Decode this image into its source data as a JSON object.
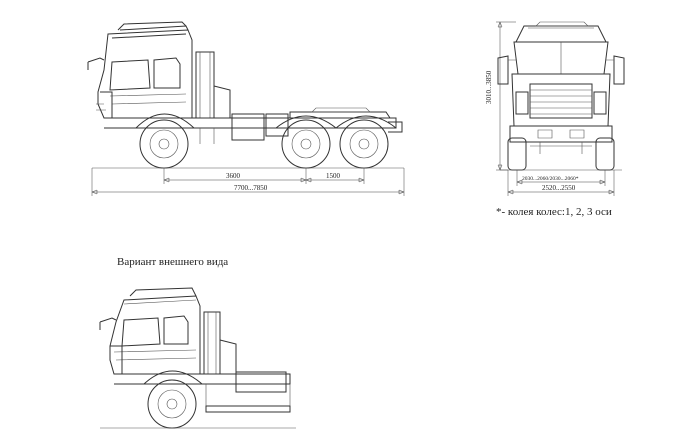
{
  "drawings": {
    "side_view": {
      "dim_wheelbase_front": "3600",
      "dim_wheelbase_rear": "1500",
      "dim_overall_length": "7700...7850"
    },
    "front_view": {
      "dim_height": "3010...3850",
      "dim_track": "2030...2060/2030...2060*",
      "dim_overall_width": "2520...2550"
    },
    "footnote": "*- колея колес:1, 2, 3 оси",
    "variant_caption": "Вариант внешнего вида"
  }
}
